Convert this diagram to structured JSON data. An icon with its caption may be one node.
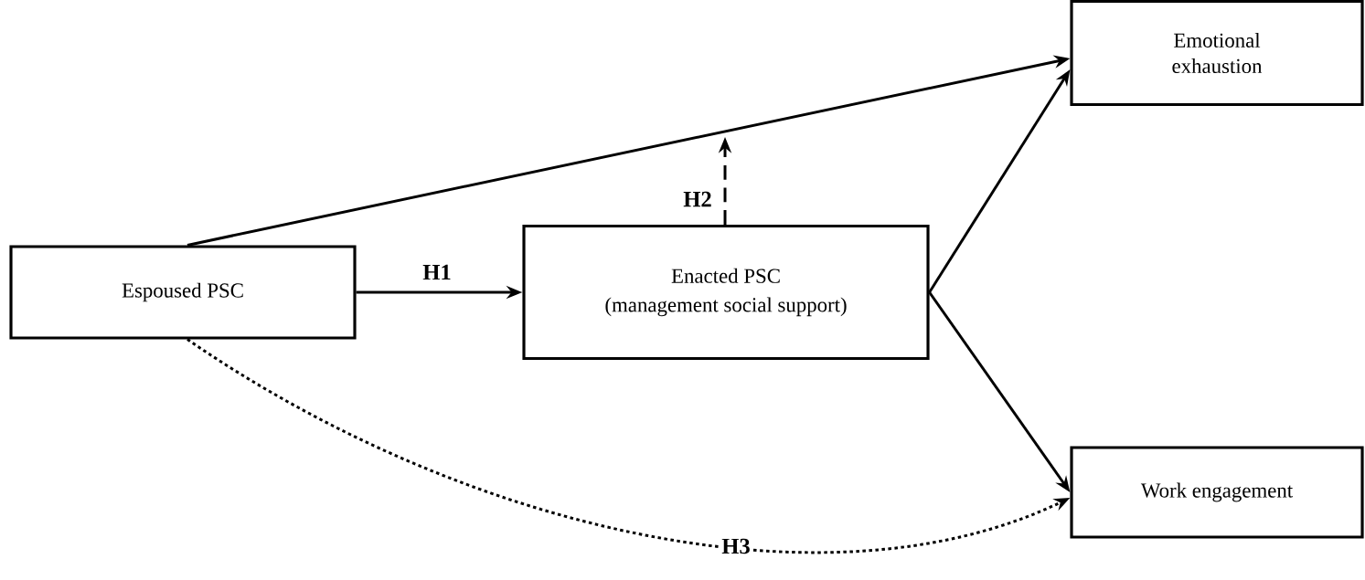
{
  "diagram": {
    "nodes": [
      {
        "text": [
          "Espoused PSC"
        ]
      },
      {
        "text": [
          "Enacted PSC",
          "(management  social support)"
        ]
      },
      {
        "text": [
          "Emotional exhaustion"
        ]
      },
      {
        "text": [
          "Work engagement"
        ]
      }
    ],
    "edges": [
      {
        "from": 0,
        "to": 1,
        "arrow": "to",
        "label": "H1"
      },
      {
        "from": 0,
        "to": 2,
        "arrow": "to"
      },
      {
        "from": 1,
        "to": null,
        "arrow": "to",
        "label": "H2",
        "style": "dashed"
      },
      {
        "from": 1,
        "to": 2,
        "arrow": "to"
      },
      {
        "from": 1,
        "to": 3,
        "arrow": "to"
      },
      {
        "from": 0,
        "to": 3,
        "arrow": "to",
        "label": "H3",
        "style": "dashed"
      }
    ]
  }
}
